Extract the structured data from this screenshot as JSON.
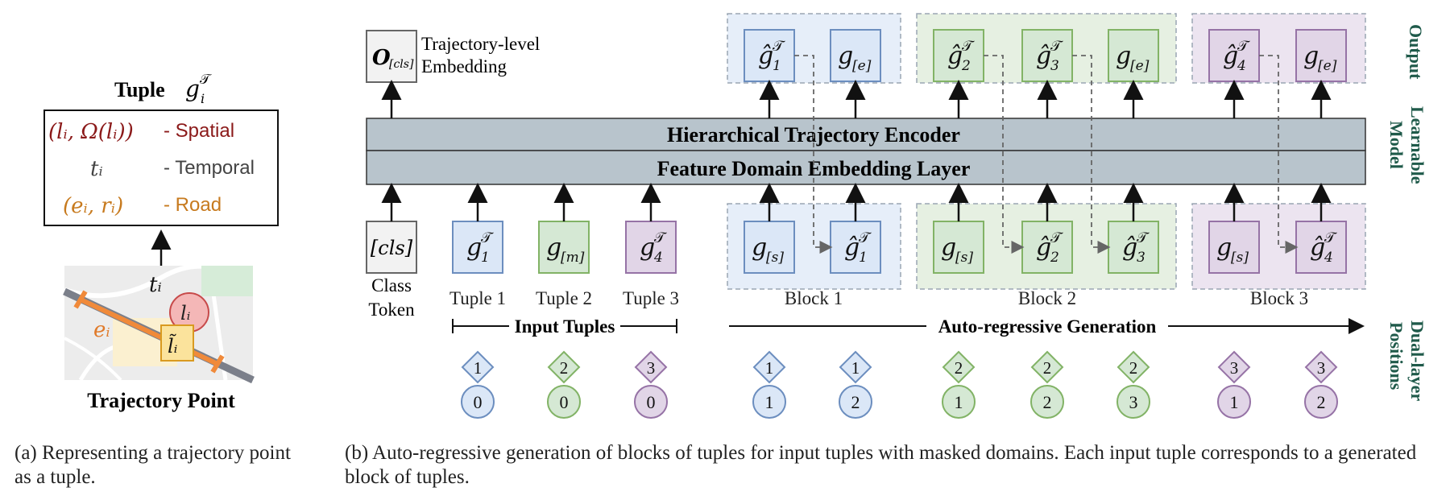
{
  "panel_a": {
    "tuple_label": "Tuple",
    "tuple_symbol": "g",
    "tuple_sup": "𝒯",
    "tuple_sub": "i",
    "rows": [
      {
        "expr": "(lᵢ, Ω(lᵢ))",
        "label": "- Spatial",
        "color": "#8b1a1a"
      },
      {
        "expr": "tᵢ",
        "label": "- Temporal",
        "color": "#444444"
      },
      {
        "expr": "(eᵢ, rᵢ)",
        "label": "- Road",
        "color": "#c77a1e"
      }
    ],
    "map_labels": {
      "t": "tᵢ",
      "l": "lᵢ",
      "e": "eᵢ",
      "lt": "l̃ᵢ"
    },
    "point_title": "Trajectory Point",
    "caption": "(a) Representing a trajectory point as a tuple."
  },
  "panel_b": {
    "cls_output": "O",
    "cls_output_sub": "[cls]",
    "cls_output_label_1": "Trajectory-level",
    "cls_output_label_2": "Embedding",
    "encoder": "Hierarchical Trajectory Encoder",
    "embedding": "Feature Domain Embedding Layer",
    "side_labels": {
      "output": "Output",
      "model_1": "Learnable",
      "model_2": "Model",
      "pos_1": "Dual-layer",
      "pos_2": "Positions"
    },
    "class_token": "[cls]",
    "class_token_label_1": "Class",
    "class_token_label_2": "Token",
    "inputs": [
      {
        "main": "g",
        "sup": "𝒯",
        "sub": "1",
        "label": "Tuple 1"
      },
      {
        "main": "g",
        "sup": "",
        "sub": "[m]",
        "label": "Tuple 2"
      },
      {
        "main": "g",
        "sup": "𝒯",
        "sub": "4",
        "label": "Tuple 3"
      }
    ],
    "input_span": "Input Tuples",
    "gen_span": "Auto-regressive Generation",
    "blocks": [
      {
        "label": "Block 1",
        "in": [
          [
            "g",
            "",
            "[s]"
          ],
          [
            "ĝ",
            "𝒯",
            "1"
          ]
        ],
        "out": [
          [
            "ĝ",
            "𝒯",
            "1"
          ],
          [
            "g",
            "",
            "[e]"
          ]
        ]
      },
      {
        "label": "Block 2",
        "in": [
          [
            "g",
            "",
            "[s]"
          ],
          [
            "ĝ",
            "𝒯",
            "2"
          ],
          [
            "ĝ",
            "𝒯",
            "3"
          ]
        ],
        "out": [
          [
            "ĝ",
            "𝒯",
            "2"
          ],
          [
            "ĝ",
            "𝒯",
            "3"
          ],
          [
            "g",
            "",
            "[e]"
          ]
        ]
      },
      {
        "label": "Block 3",
        "in": [
          [
            "g",
            "",
            "[s]"
          ],
          [
            "ĝ",
            "𝒯",
            "4"
          ]
        ],
        "out": [
          [
            "ĝ",
            "𝒯",
            "4"
          ],
          [
            "g",
            "",
            "[e]"
          ]
        ]
      }
    ],
    "positions": [
      {
        "d": "1",
        "c": "0",
        "color": "blue"
      },
      {
        "d": "2",
        "c": "0",
        "color": "green"
      },
      {
        "d": "3",
        "c": "0",
        "color": "purple"
      },
      {
        "d": "1",
        "c": "1",
        "color": "blue"
      },
      {
        "d": "1",
        "c": "2",
        "color": "blue"
      },
      {
        "d": "2",
        "c": "1",
        "color": "green"
      },
      {
        "d": "2",
        "c": "2",
        "color": "green"
      },
      {
        "d": "2",
        "c": "3",
        "color": "green"
      },
      {
        "d": "3",
        "c": "1",
        "color": "purple"
      },
      {
        "d": "3",
        "c": "2",
        "color": "purple"
      }
    ],
    "caption": "(b) Auto-regressive generation of blocks of tuples for input tuples with masked domains. Each input tuple corresponds to a generated block of tuples."
  },
  "colors": {
    "blue_fill": "#dbe7f7",
    "blue_stroke": "#6c8ebf",
    "green_fill": "#d5e8d4",
    "green_stroke": "#82b366",
    "purple_fill": "#e1d5e7",
    "purple_stroke": "#9673a6",
    "band_fill": "#b8c4cc",
    "side_text": "#1f5a4a"
  }
}
